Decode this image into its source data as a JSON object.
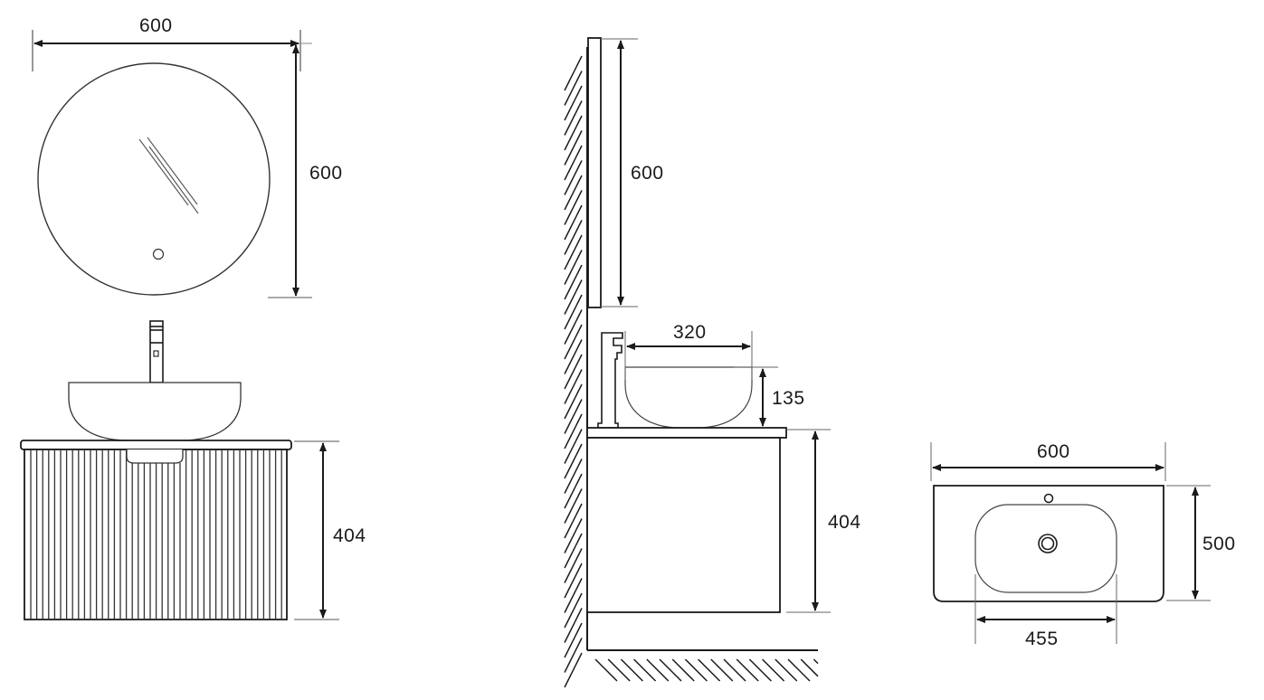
{
  "drawing": {
    "type": "technical dimension drawing",
    "units": "mm",
    "stroke_color": "#1a1a1a",
    "thin_line_color": "#555555",
    "background": "#ffffff"
  },
  "front_view": {
    "mirror": {
      "shape": "round",
      "width_label": "600",
      "height_label": "600",
      "features": [
        "reflection-lines",
        "touch-sensor-button"
      ]
    },
    "vanity": {
      "height_label": "404",
      "front": "fluted-vertical-slats",
      "handle": "recessed-top-pull",
      "basin": "vessel-round-bowl",
      "faucet": "tall-single-lever"
    }
  },
  "side_view": {
    "mirror_height_label": "600",
    "basin_width_label": "320",
    "basin_height_label": "135",
    "cabinet_height_label": "404",
    "mounting": "wall-hung",
    "wall": "hatched",
    "floor": "hatched"
  },
  "top_view": {
    "countertop_width_label": "600",
    "countertop_depth_label": "500",
    "bowl_width_label": "455",
    "features": [
      "tap-hole",
      "drain"
    ]
  }
}
